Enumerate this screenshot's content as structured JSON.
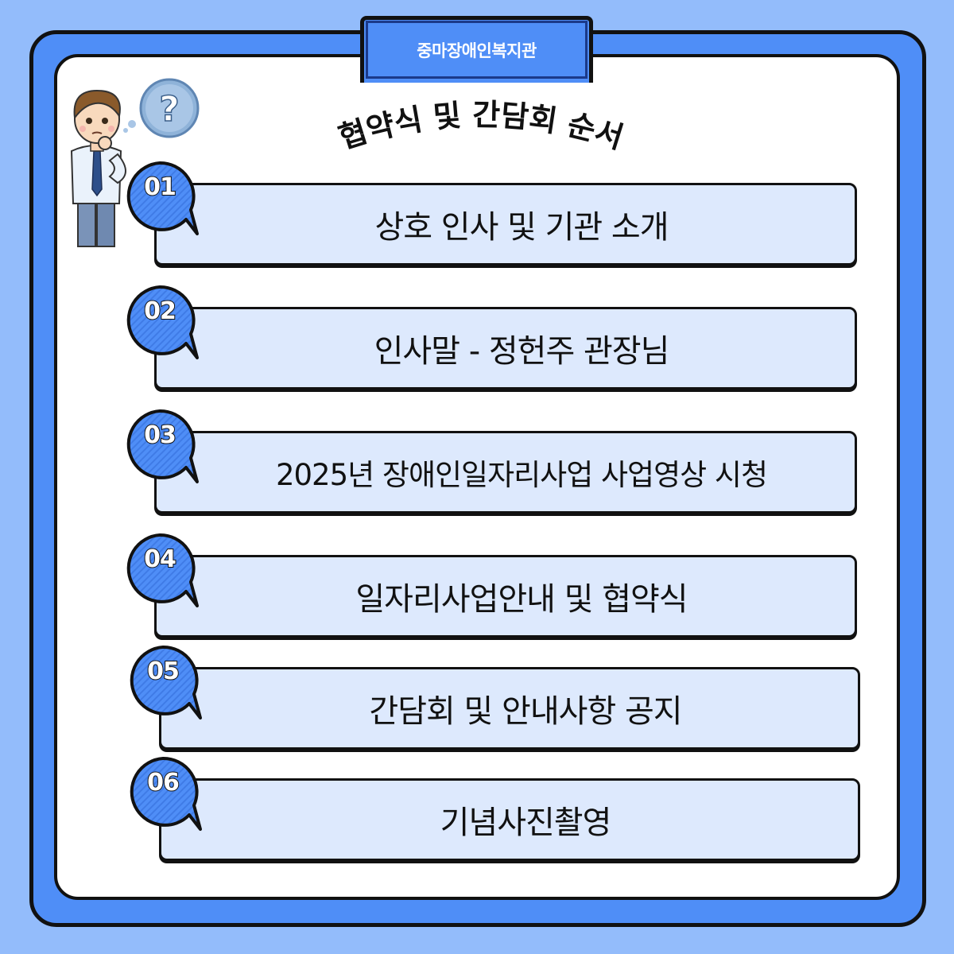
{
  "organization": "중마장애인복지관",
  "title": "협약식 및 간담회 순서",
  "accent_color": "#4f8ef7",
  "background_color": "#93bcfb",
  "box_color": "#dde9fd",
  "illustration": {
    "person": "thinking-person-icon",
    "bubble": "question-mark-bubble-icon",
    "bubble_glyph": "?"
  },
  "steps": [
    {
      "number": "01",
      "label": "상호 인사 및 기관 소개"
    },
    {
      "number": "02",
      "label": "인사말 - 정헌주 관장님"
    },
    {
      "number": "03",
      "label": "2025년 장애인일자리사업 사업영상 시청"
    },
    {
      "number": "04",
      "label": "일자리사업안내 및 협약식"
    },
    {
      "number": "05",
      "label": "간담회 및 안내사항 공지"
    },
    {
      "number": "06",
      "label": "기념사진촬영"
    }
  ]
}
